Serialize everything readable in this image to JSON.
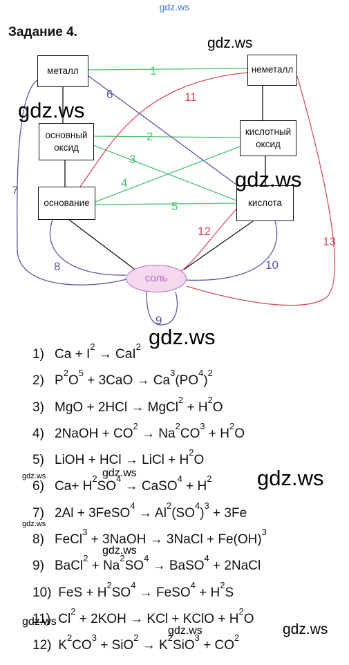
{
  "watermark": "gdz.ws",
  "title": "Задание 4.",
  "nodes": {
    "metal": "металл",
    "nonmetal": "неметалл",
    "basic_oxide": [
      "основный",
      "оксид"
    ],
    "acid_oxide": [
      "кислотный",
      "оксид"
    ],
    "base": "основание",
    "acid": "кислота",
    "salt": "соль"
  },
  "links": [
    {
      "label": "1",
      "from": "metal",
      "to": "nonmetal",
      "color": "#46c46a"
    },
    {
      "label": "2",
      "from": "basic_oxide",
      "to": "acid_oxide",
      "color": "#46c46a"
    },
    {
      "label": "3",
      "from": "basic_oxide",
      "to": "acid",
      "color": "#46c46a"
    },
    {
      "label": "4",
      "from": "base",
      "to": "acid_oxide",
      "color": "#46c46a"
    },
    {
      "label": "5",
      "from": "base",
      "to": "acid",
      "color": "#46c46a"
    },
    {
      "label": "6",
      "from": "metal",
      "to": "acid",
      "color": "#5555aa"
    },
    {
      "label": "7",
      "from": "metal",
      "to": "salt",
      "color": "#5555aa"
    },
    {
      "label": "8",
      "from": "base",
      "to": "salt",
      "color": "#5555aa"
    },
    {
      "label": "9",
      "from": "salt",
      "to": "salt",
      "color": "#5555aa"
    },
    {
      "label": "10",
      "from": "acid",
      "to": "salt",
      "color": "#5555aa"
    },
    {
      "label": "11",
      "from": "base",
      "to": "nonmetal",
      "color": "#d94a5a"
    },
    {
      "label": "12",
      "from": "acid",
      "to": "salt",
      "color": "#d94a5a"
    },
    {
      "label": "13",
      "from": "nonmetal",
      "to": "salt",
      "color": "#d94a5a"
    }
  ],
  "colors": {
    "green": "#46c46a",
    "blue": "#5555aa",
    "red": "#d94a5a",
    "salt_fill": "#f4d8ee",
    "salt_text": "#b06ab8"
  },
  "equations": [
    [
      [
        "n",
        "1)"
      ],
      [
        "t",
        "Ca + I"
      ],
      [
        "s",
        "2"
      ],
      [
        "t",
        " → CaI"
      ],
      [
        "s",
        "2"
      ]
    ],
    [
      [
        "n",
        "2)"
      ],
      [
        "t",
        "P"
      ],
      [
        "s",
        "2"
      ],
      [
        "t",
        "O"
      ],
      [
        "s",
        "5"
      ],
      [
        "t",
        " + 3CaO → Ca"
      ],
      [
        "s",
        "3"
      ],
      [
        "t",
        "(PO"
      ],
      [
        "s",
        "4"
      ],
      [
        "t",
        ")"
      ],
      [
        "s",
        "2"
      ]
    ],
    [
      [
        "n",
        "3)"
      ],
      [
        "t",
        "MgO + 2HCl → MgCl"
      ],
      [
        "s",
        "2"
      ],
      [
        "t",
        " + H"
      ],
      [
        "s",
        "2"
      ],
      [
        "t",
        "O"
      ]
    ],
    [
      [
        "n",
        "4)"
      ],
      [
        "t",
        "2NaOH + CO"
      ],
      [
        "s",
        "2"
      ],
      [
        "t",
        " → Na"
      ],
      [
        "s",
        "2"
      ],
      [
        "t",
        "CO"
      ],
      [
        "s",
        "3"
      ],
      [
        "t",
        " + H"
      ],
      [
        "s",
        "2"
      ],
      [
        "t",
        "O"
      ]
    ],
    [
      [
        "n",
        "5)"
      ],
      [
        "t",
        "LiOH + HCl → LiCl + H"
      ],
      [
        "s",
        "2"
      ],
      [
        "t",
        "O"
      ]
    ],
    [
      [
        "n",
        "6)"
      ],
      [
        "t",
        "Ca+ H"
      ],
      [
        "s",
        "2"
      ],
      [
        "t",
        "SO"
      ],
      [
        "s",
        "4"
      ],
      [
        "t",
        " → CaSO"
      ],
      [
        "s",
        "4"
      ],
      [
        "t",
        " + H"
      ],
      [
        "s",
        "2"
      ]
    ],
    [
      [
        "n",
        "7)"
      ],
      [
        "t",
        "2Al + 3FeSO"
      ],
      [
        "s",
        "4"
      ],
      [
        "t",
        " → Al"
      ],
      [
        "s",
        "2"
      ],
      [
        "t",
        "(SO"
      ],
      [
        "s",
        "4"
      ],
      [
        "t",
        ")"
      ],
      [
        "s",
        "3"
      ],
      [
        "t",
        " + 3Fe"
      ]
    ],
    [
      [
        "n",
        "8)"
      ],
      [
        "t",
        "FeCl"
      ],
      [
        "s",
        "3"
      ],
      [
        "t",
        " + 3NaOH → 3NaCl + Fe(OH)"
      ],
      [
        "s",
        "3"
      ]
    ],
    [
      [
        "n",
        "9)"
      ],
      [
        "t",
        "BaCl"
      ],
      [
        "s",
        "2"
      ],
      [
        "t",
        " + Na"
      ],
      [
        "s",
        "2"
      ],
      [
        "t",
        "SO"
      ],
      [
        "s",
        "4"
      ],
      [
        "t",
        " → BaSO"
      ],
      [
        "s",
        "4"
      ],
      [
        "t",
        " + 2NaCl"
      ]
    ],
    [
      [
        "n",
        "10)"
      ],
      [
        "t",
        " FeS + H"
      ],
      [
        "s",
        "2"
      ],
      [
        "t",
        "SO"
      ],
      [
        "s",
        "4"
      ],
      [
        "t",
        " → FeSO"
      ],
      [
        "s",
        "4"
      ],
      [
        "t",
        " + H"
      ],
      [
        "s",
        "2"
      ],
      [
        "t",
        "S"
      ]
    ],
    [
      [
        "n",
        "11)"
      ],
      [
        "t",
        " Cl"
      ],
      [
        "s",
        "2"
      ],
      [
        "t",
        " + 2KOH → KCl + KClO + H"
      ],
      [
        "s",
        "2"
      ],
      [
        "t",
        "O"
      ]
    ],
    [
      [
        "n",
        "12)"
      ],
      [
        "t",
        " K"
      ],
      [
        "s",
        "2"
      ],
      [
        "t",
        "CO"
      ],
      [
        "s",
        "3"
      ],
      [
        "t",
        " + SiO"
      ],
      [
        "s",
        "2"
      ],
      [
        "t",
        " → K"
      ],
      [
        "s",
        "2"
      ],
      [
        "t",
        "SiO"
      ],
      [
        "s",
        "3"
      ],
      [
        "t",
        " + CO"
      ],
      [
        "s",
        "2"
      ]
    ]
  ]
}
